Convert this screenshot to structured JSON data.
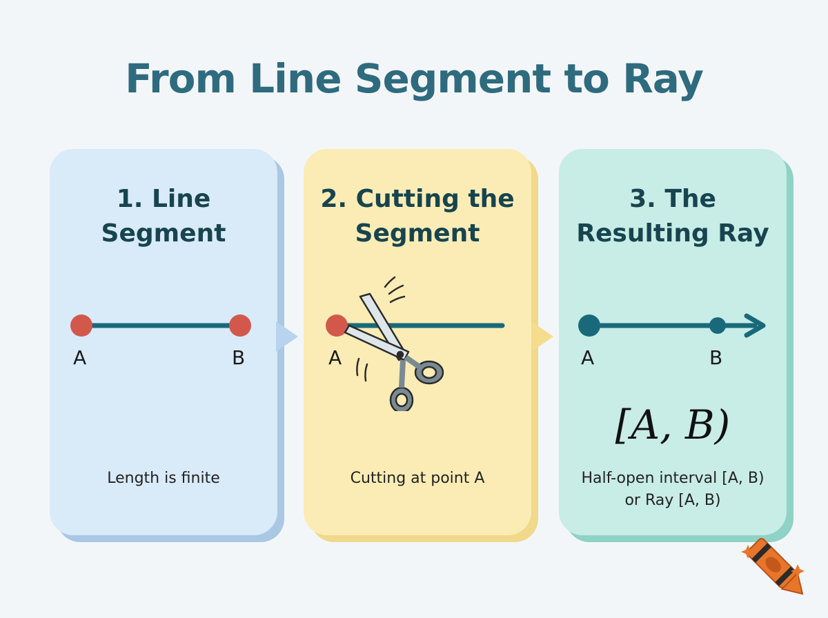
{
  "title": "From Line Segment to Ray",
  "colors": {
    "title": "#2f6b7e",
    "card1_bg": "#d9eaf8",
    "card1_shadow": "#aac7e4",
    "card2_bg": "#faecb4",
    "card2_shadow": "#f0d98a",
    "card3_bg": "#c8ece6",
    "card3_shadow": "#8fd2c6",
    "line": "#19697a",
    "endpoint": "#d3584c"
  },
  "cards": [
    {
      "title_line1": "1. Line",
      "title_line2": "Segment",
      "point_a": "A",
      "point_b": "B",
      "caption_line1": "Length is finite"
    },
    {
      "title_line1": "2. Cutting the",
      "title_line2": "Segment",
      "point_a": "A",
      "icon": "scissors-icon",
      "caption_line1": "Cutting at point A"
    },
    {
      "title_line1": "3. The",
      "title_line2": "Resulting Ray",
      "point_a": "A",
      "point_b": "B",
      "notation": "[A, B)",
      "caption_line1": "Half-open interval [A, B)",
      "caption_line2": "or Ray [A, B)"
    }
  ]
}
